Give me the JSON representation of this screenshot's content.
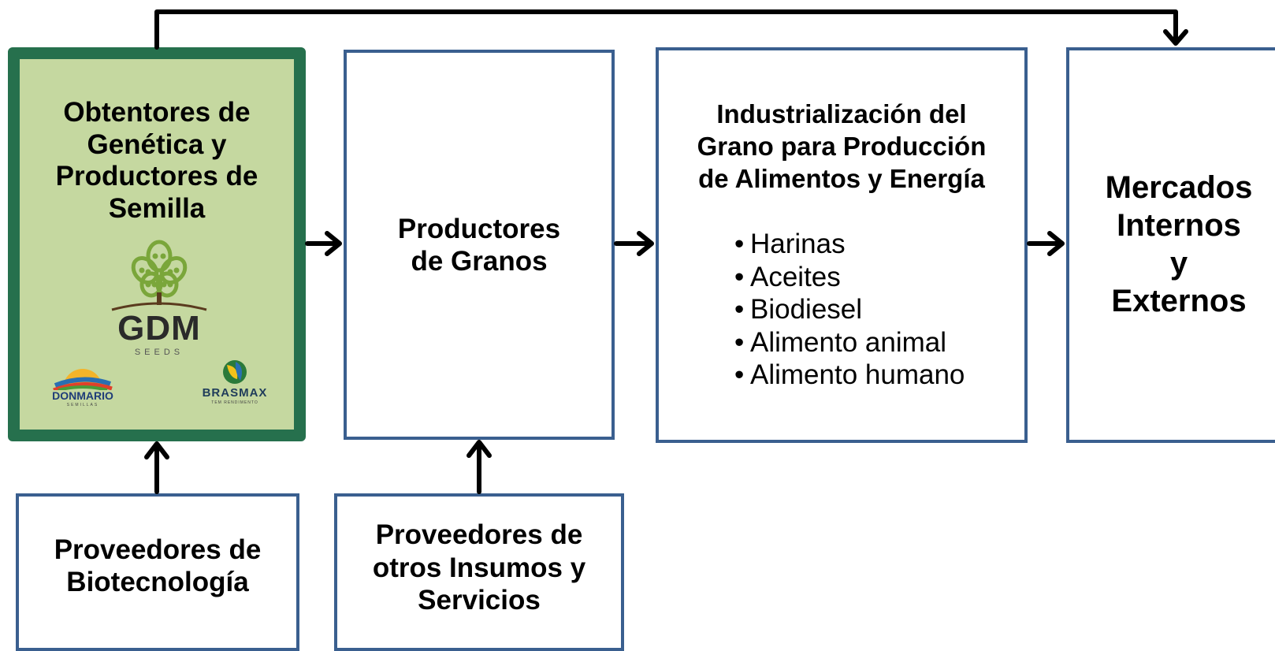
{
  "boxes": {
    "obtentores": {
      "title_lines": [
        "Obtentores de",
        "Genética y",
        "Productores de",
        "Semilla"
      ]
    },
    "productores_granos": {
      "title_lines": [
        "Productores",
        "de Granos"
      ]
    },
    "industrializacion": {
      "title_lines": [
        "Industrialización del",
        "Grano para Producción",
        "de Alimentos y Energía"
      ],
      "bullets": [
        "Harinas",
        "Aceites",
        "Biodiesel",
        "Alimento animal",
        "Alimento humano"
      ]
    },
    "mercados": {
      "title_lines": [
        "Mercados",
        "Internos",
        "y",
        "Externos"
      ]
    },
    "proveedores_biotec": {
      "title_lines": [
        "Proveedores de",
        "Biotecnología"
      ]
    },
    "proveedores_insumos": {
      "title_lines": [
        "Proveedores de",
        "otros Insumos y",
        "Servicios"
      ]
    }
  },
  "logos": {
    "gdm": {
      "name": "GDM",
      "sub": "SEEDS"
    },
    "donmario": {
      "name": "DONMARIO",
      "sub": "SEMILLAS"
    },
    "brasmax": {
      "name": "BRASMAX",
      "sub": "TEM RENDIMENTO"
    }
  },
  "colors": {
    "box_border": "#3a5f8f",
    "green_border": "#26704d",
    "green_fill": "#c5d8a0",
    "arrow": "#000000"
  }
}
